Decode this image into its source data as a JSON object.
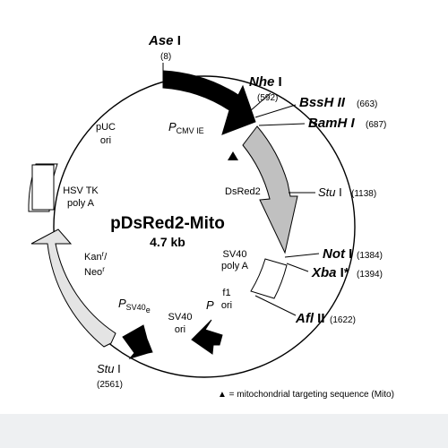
{
  "diagram": {
    "name": "pDsRed2-Mito",
    "size": "4.7 kb",
    "colors": {
      "dark_arrow": "#000000",
      "gray_arrow": "#c0c0c0",
      "light_arrow": "#e4e4e4",
      "feature_box": "#ffffff",
      "backbone": "#000000",
      "background": "#ffffff",
      "band": "#eef0f2"
    },
    "sites": {
      "ase": {
        "name": "Ase",
        "suffix": " I",
        "pos": "(8)"
      },
      "nhe": {
        "name": "Nhe",
        "suffix": " I",
        "pos": "(592)"
      },
      "bss": {
        "name": "Bss",
        "suffix": "H II",
        "pos": "(663)"
      },
      "bam": {
        "name": "Bam",
        "suffix": "H I",
        "pos": "(687)"
      },
      "stu1": {
        "name": "Stu",
        "suffix": " I",
        "pos": "(1138)"
      },
      "not": {
        "name": "Not",
        "suffix": " I",
        "pos": "(1384)"
      },
      "xba": {
        "name": "Xba",
        "suffix": " I*",
        "pos": "(1394)"
      },
      "afl": {
        "name": "Afl",
        "suffix": " II",
        "pos": "(1622)"
      },
      "stu2": {
        "name": "Stu",
        "suffix": " I",
        "pos": "(2561)"
      }
    },
    "features": {
      "pcmv": {
        "main": "P",
        "sub": "CMV IE"
      },
      "dsred2": "DsRed2",
      "sv40_polya": [
        "SV40",
        "poly A"
      ],
      "f1_ori": [
        "f1",
        "ori"
      ],
      "sv40_ori": [
        "SV40",
        "ori"
      ],
      "p_small": "P",
      "psv40": {
        "main": "P",
        "sub": "SV40",
        "sub2": "e"
      },
      "kan_neo": {
        "kan": "Kan",
        "neo": "Neo",
        "sup": "r",
        "slash": "/"
      },
      "hsv_tk": [
        "HSV TK",
        "poly A"
      ],
      "puc_ori": [
        "pUC",
        "ori"
      ]
    },
    "legend": {
      "symbol": "▲",
      "text": " = mitochondrial targeting sequence (Mito)"
    }
  }
}
